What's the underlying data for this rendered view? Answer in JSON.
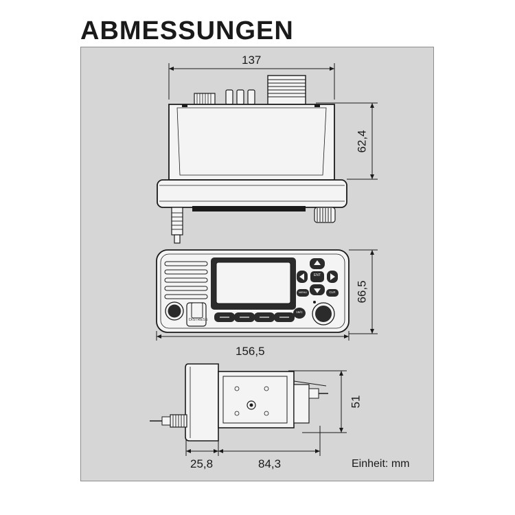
{
  "title": "ABMESSUNGEN",
  "dimensions": {
    "top_view_width": "137",
    "top_view_height": "62,4",
    "front_view_width": "156,5",
    "front_view_height": "66,5",
    "side_view_front_depth": "25,8",
    "side_view_body_depth": "84,3",
    "side_view_height": "51"
  },
  "unit_note": "Einheit: mm",
  "device_labels": {
    "distress": "DISTRESS",
    "menu_key": "MENU",
    "ent_key": "ENT",
    "clr_key": "CLR",
    "sixteen_key": "16/C"
  },
  "colors": {
    "panel": "#d6d6d6",
    "ink": "#1a1a1a",
    "device_light": "#f4f4f4",
    "device_dark": "#2b2b2b"
  }
}
